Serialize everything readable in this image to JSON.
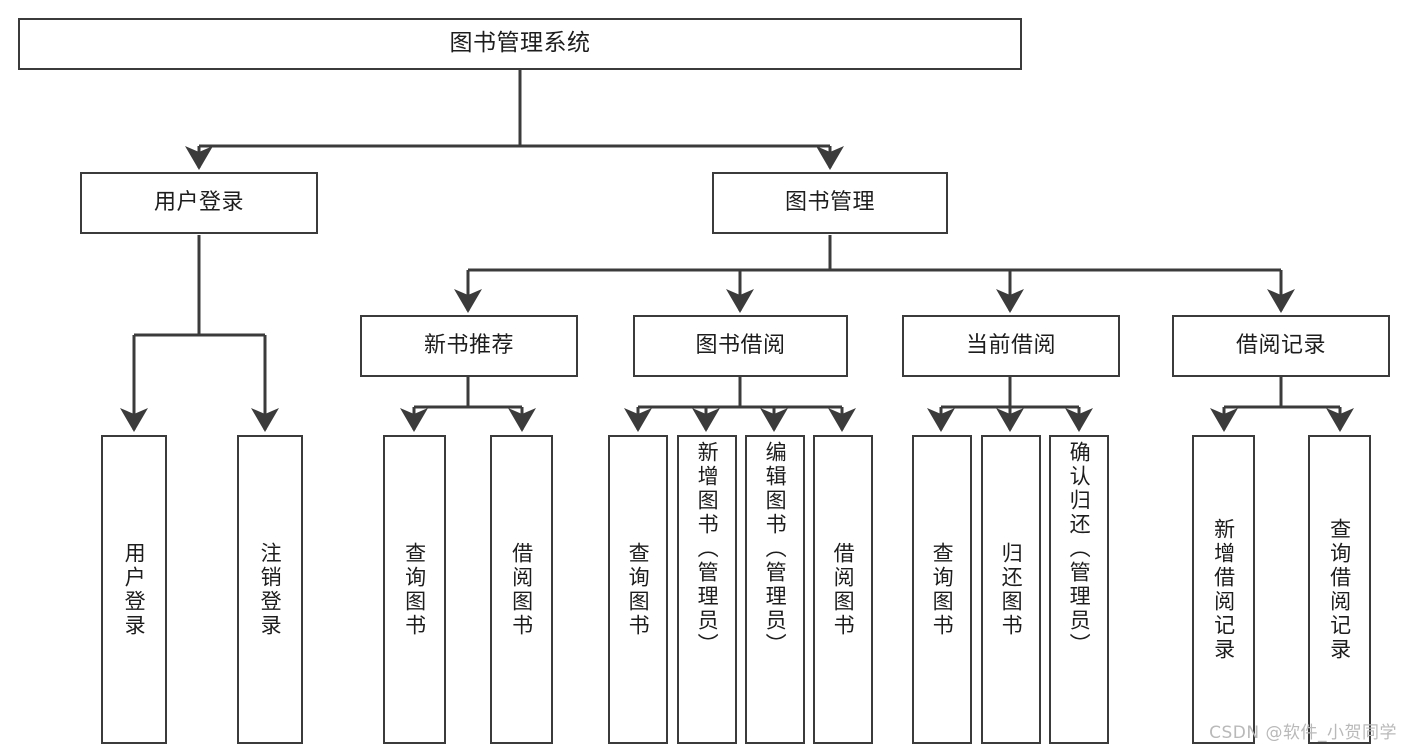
{
  "diagram": {
    "title": "图书管理系统",
    "type": "tree-hierarchy-chart",
    "background_color": "#ffffff",
    "line_color": "#3b3b3b",
    "text_color": "#1d1d1d",
    "levels": {
      "root": {
        "label": "图书管理系统"
      },
      "level1": [
        {
          "label": "用户登录"
        },
        {
          "label": "图书管理"
        }
      ],
      "level2": [
        {
          "label": "新书推荐"
        },
        {
          "label": "图书借阅"
        },
        {
          "label": "当前借阅"
        },
        {
          "label": "借阅记录"
        }
      ],
      "leaves": [
        {
          "label": "用户登录",
          "parent": "用户登录"
        },
        {
          "label": "注销登录",
          "parent": "用户登录"
        },
        {
          "label": "查询图书",
          "parent": "新书推荐"
        },
        {
          "label": "借阅图书",
          "parent": "新书推荐"
        },
        {
          "label": "查询图书",
          "parent": "图书借阅"
        },
        {
          "label": "新增图书（管理员）",
          "parent": "图书借阅"
        },
        {
          "label": "编辑图书（管理员）",
          "parent": "图书借阅"
        },
        {
          "label": "借阅图书",
          "parent": "图书借阅"
        },
        {
          "label": "查询图书",
          "parent": "当前借阅"
        },
        {
          "label": "归还图书",
          "parent": "当前借阅"
        },
        {
          "label": "确认归还（管理员）",
          "parent": "当前借阅"
        },
        {
          "label": "新增借阅记录",
          "parent": "借阅记录"
        },
        {
          "label": "查询借阅记录",
          "parent": "借阅记录"
        }
      ]
    }
  },
  "watermark": {
    "text": "CSDN @软件_小贺同学"
  }
}
